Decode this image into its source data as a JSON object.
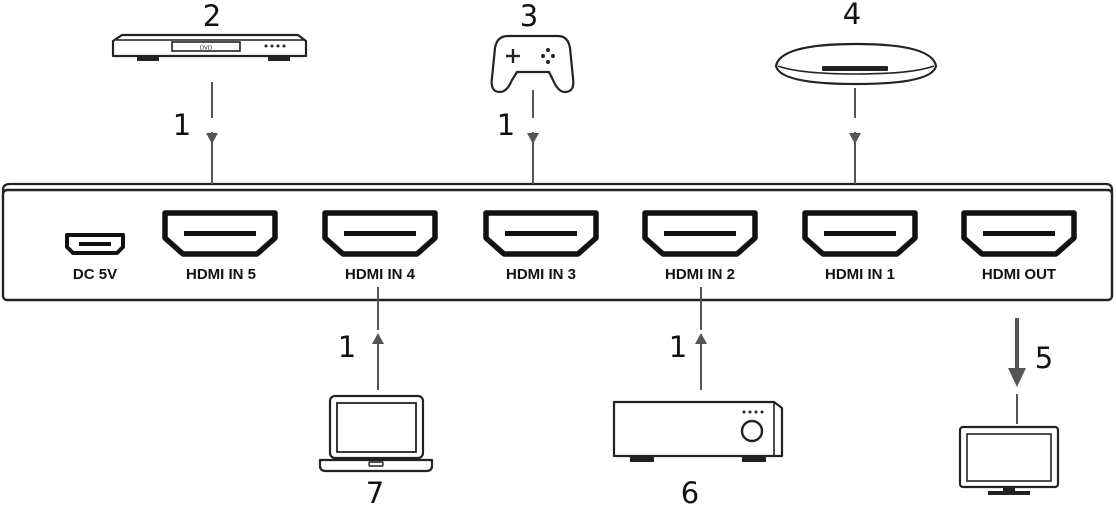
{
  "ports": {
    "dc": "DC 5V",
    "in5": "HDMI IN 5",
    "in4": "HDMI IN 4",
    "in3": "HDMI IN 3",
    "in2": "HDMI IN 2",
    "in1": "HDMI IN 1",
    "out": "HDMI OUT"
  },
  "callouts": {
    "cable_in5": "1",
    "cable_in3": "1",
    "cable_in4": "1",
    "cable_in2": "1",
    "dvd_player": "2",
    "game_controller": "3",
    "streaming_device": "4",
    "output_cable": "5",
    "av_receiver": "6",
    "laptop": "7"
  },
  "dvd_label": "DVD",
  "icons": [
    "dvd-player-icon",
    "game-controller-icon",
    "streaming-box-icon",
    "laptop-icon",
    "av-receiver-icon",
    "tv-monitor-icon",
    "hdmi-port-icon",
    "micro-usb-port-icon"
  ]
}
